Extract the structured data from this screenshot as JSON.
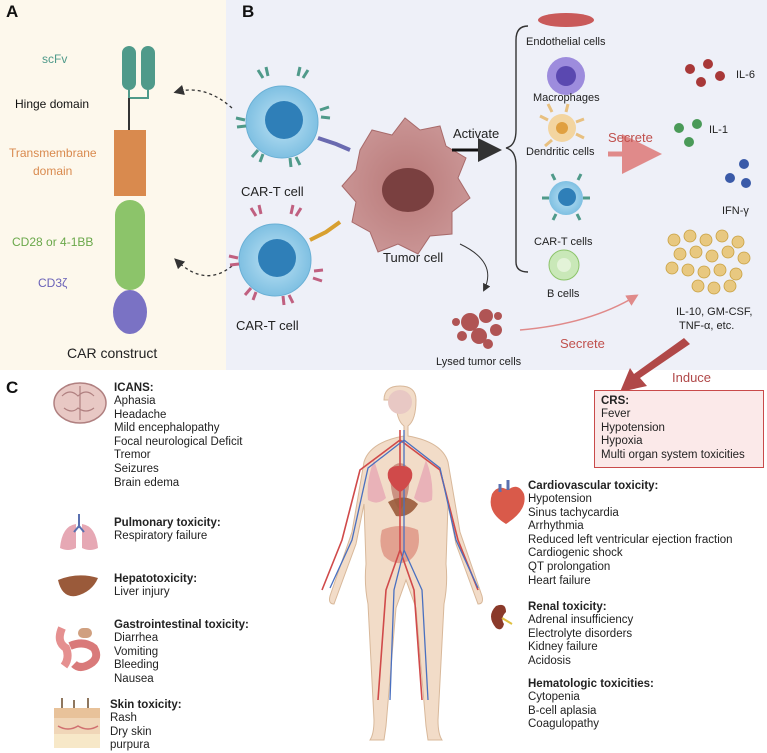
{
  "panels": {
    "a": "A",
    "b": "B",
    "c": "C"
  },
  "panel_a": {
    "labels": {
      "scfv": "scFv",
      "hinge": "Hinge domain",
      "transmembrane_1": "Transmembrane",
      "transmembrane_2": "domain",
      "costim": "CD28 or 4-1BB",
      "cd3z": "CD3ζ"
    },
    "caption": "CAR construct",
    "colors": {
      "scfv": "#4f9a8a",
      "transmembrane": "#d98a4e",
      "costim": "#8cc46a",
      "cd3z": "#7a72c4"
    }
  },
  "panel_b": {
    "car_t_top": "CAR-T cell",
    "car_t_bottom": "CAR-T cell",
    "tumor": "Tumor cell",
    "activate": "Activate",
    "cells": [
      "Endothelial cells",
      "Macrophages",
      "Dendritic cells",
      "CAR-T cells",
      "B cells"
    ],
    "secrete_right": "Secrete",
    "secrete_bottom": "Secrete",
    "cytokines": {
      "il6": "IL-6",
      "il1": "IL-1",
      "ifn": "IFN-γ",
      "others_1": "IL-10, GM-CSF,",
      "others_2": "TNF-α, etc."
    },
    "lysed": "Lysed tumor cells",
    "induce": "Induce"
  },
  "crs": {
    "title": "CRS:",
    "items": [
      "Fever",
      "Hypotension",
      "Hypoxia",
      "Multi organ system toxicities"
    ]
  },
  "panel_c": {
    "icans": {
      "title": "ICANS:",
      "items": [
        "Aphasia",
        "Headache",
        "Mild encephalopathy",
        "Focal neurological Deficit",
        "Tremor",
        "Seizures",
        "Brain edema"
      ]
    },
    "pulmonary": {
      "title": "Pulmonary toxicity:",
      "items": [
        "Respiratory failure"
      ]
    },
    "hepato": {
      "title": "Hepatotoxicity:",
      "items": [
        "Liver injury"
      ]
    },
    "gi": {
      "title": "Gastrointestinal toxicity:",
      "items": [
        "Diarrhea",
        "Vomiting",
        "Bleeding",
        "Nausea"
      ]
    },
    "skin": {
      "title": "Skin toxicity:",
      "items": [
        "Rash",
        "Dry skin",
        "purpura"
      ]
    },
    "cardio": {
      "title": "Cardiovascular toxicity:",
      "items": [
        "Hypotension",
        "Sinus tachycardia",
        "Arrhythmia",
        "Reduced left ventricular ejection fraction",
        "Cardiogenic shock",
        "QT prolongation",
        "Heart failure"
      ]
    },
    "renal": {
      "title": "Renal toxicity:",
      "items": [
        "Adrenal insufficiency",
        "Electrolyte disorders",
        "Kidney failure",
        "Acidosis"
      ]
    },
    "hema": {
      "title": "Hematologic toxicities:",
      "items": [
        "Cytopenia",
        "B-cell aplasia",
        "Coagulopathy"
      ]
    }
  }
}
